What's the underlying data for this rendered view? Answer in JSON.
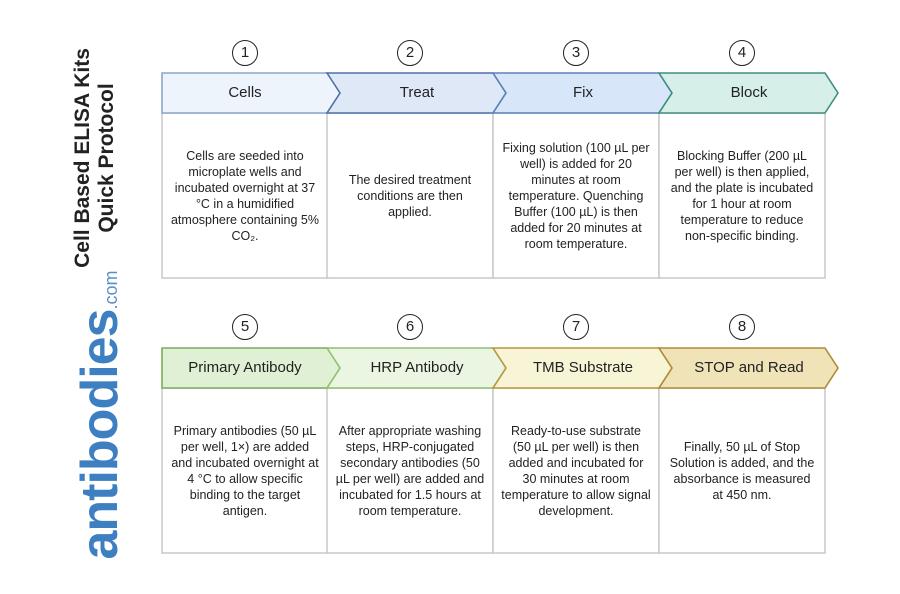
{
  "title": {
    "line1": "Cell Based ELISA Kits",
    "line2": "Quick Protocol"
  },
  "logo": {
    "name": "antibodies",
    "suffix": ".com"
  },
  "steps": [
    {
      "number": "1",
      "label": "Cells",
      "text": "Cells are seeded into microplate wells and incubated overnight at 37 °C in a humidified atmosphere containing 5% CO₂.",
      "fill": "#eef4fb",
      "stroke": "#8aa6c8"
    },
    {
      "number": "2",
      "label": "Treat",
      "text": "The desired treatment conditions are then applied.",
      "fill": "#dfe8f7",
      "stroke": "#4e70a6"
    },
    {
      "number": "3",
      "label": "Fix",
      "text": "Fixing solution (100 µL per well) is added for 20 minutes at room temperature. Quenching Buffer (100 µL) is then added for 20 minutes at room temperature.",
      "fill": "#d7e6f8",
      "stroke": "#5a82b8"
    },
    {
      "number": "4",
      "label": "Block",
      "text": "Blocking Buffer (200 µL per well) is then applied, and the plate is incubated for 1 hour at room temperature to reduce non-specific binding.",
      "fill": "#d6efe8",
      "stroke": "#3f8f80"
    },
    {
      "number": "5",
      "label": "Primary Antibody",
      "text": "Primary antibodies (50 µL per well, 1×) are added and incubated overnight at 4 °C to allow specific binding to the target antigen.",
      "fill": "#dff0d4",
      "stroke": "#78ad58"
    },
    {
      "number": "6",
      "label": "HRP Antibody",
      "text": "After appropriate washing steps, HRP-conjugated secondary antibodies (50 µL per well) are added and incubated for 1.5 hours at room temperature.",
      "fill": "#eaf5e2",
      "stroke": "#8fbf70"
    },
    {
      "number": "7",
      "label": "TMB Substrate",
      "text": "Ready-to-use substrate (50 µL per well) is then added and incubated for 30 minutes at room temperature to allow signal development.",
      "fill": "#f8f5d6",
      "stroke": "#b8963a"
    },
    {
      "number": "8",
      "label": "STOP and Read",
      "text": "Finally, 50 µL of Stop Solution is added, and the absorbance is measured at 450 nm.",
      "fill": "#f0e3b8",
      "stroke": "#b08a34"
    }
  ]
}
